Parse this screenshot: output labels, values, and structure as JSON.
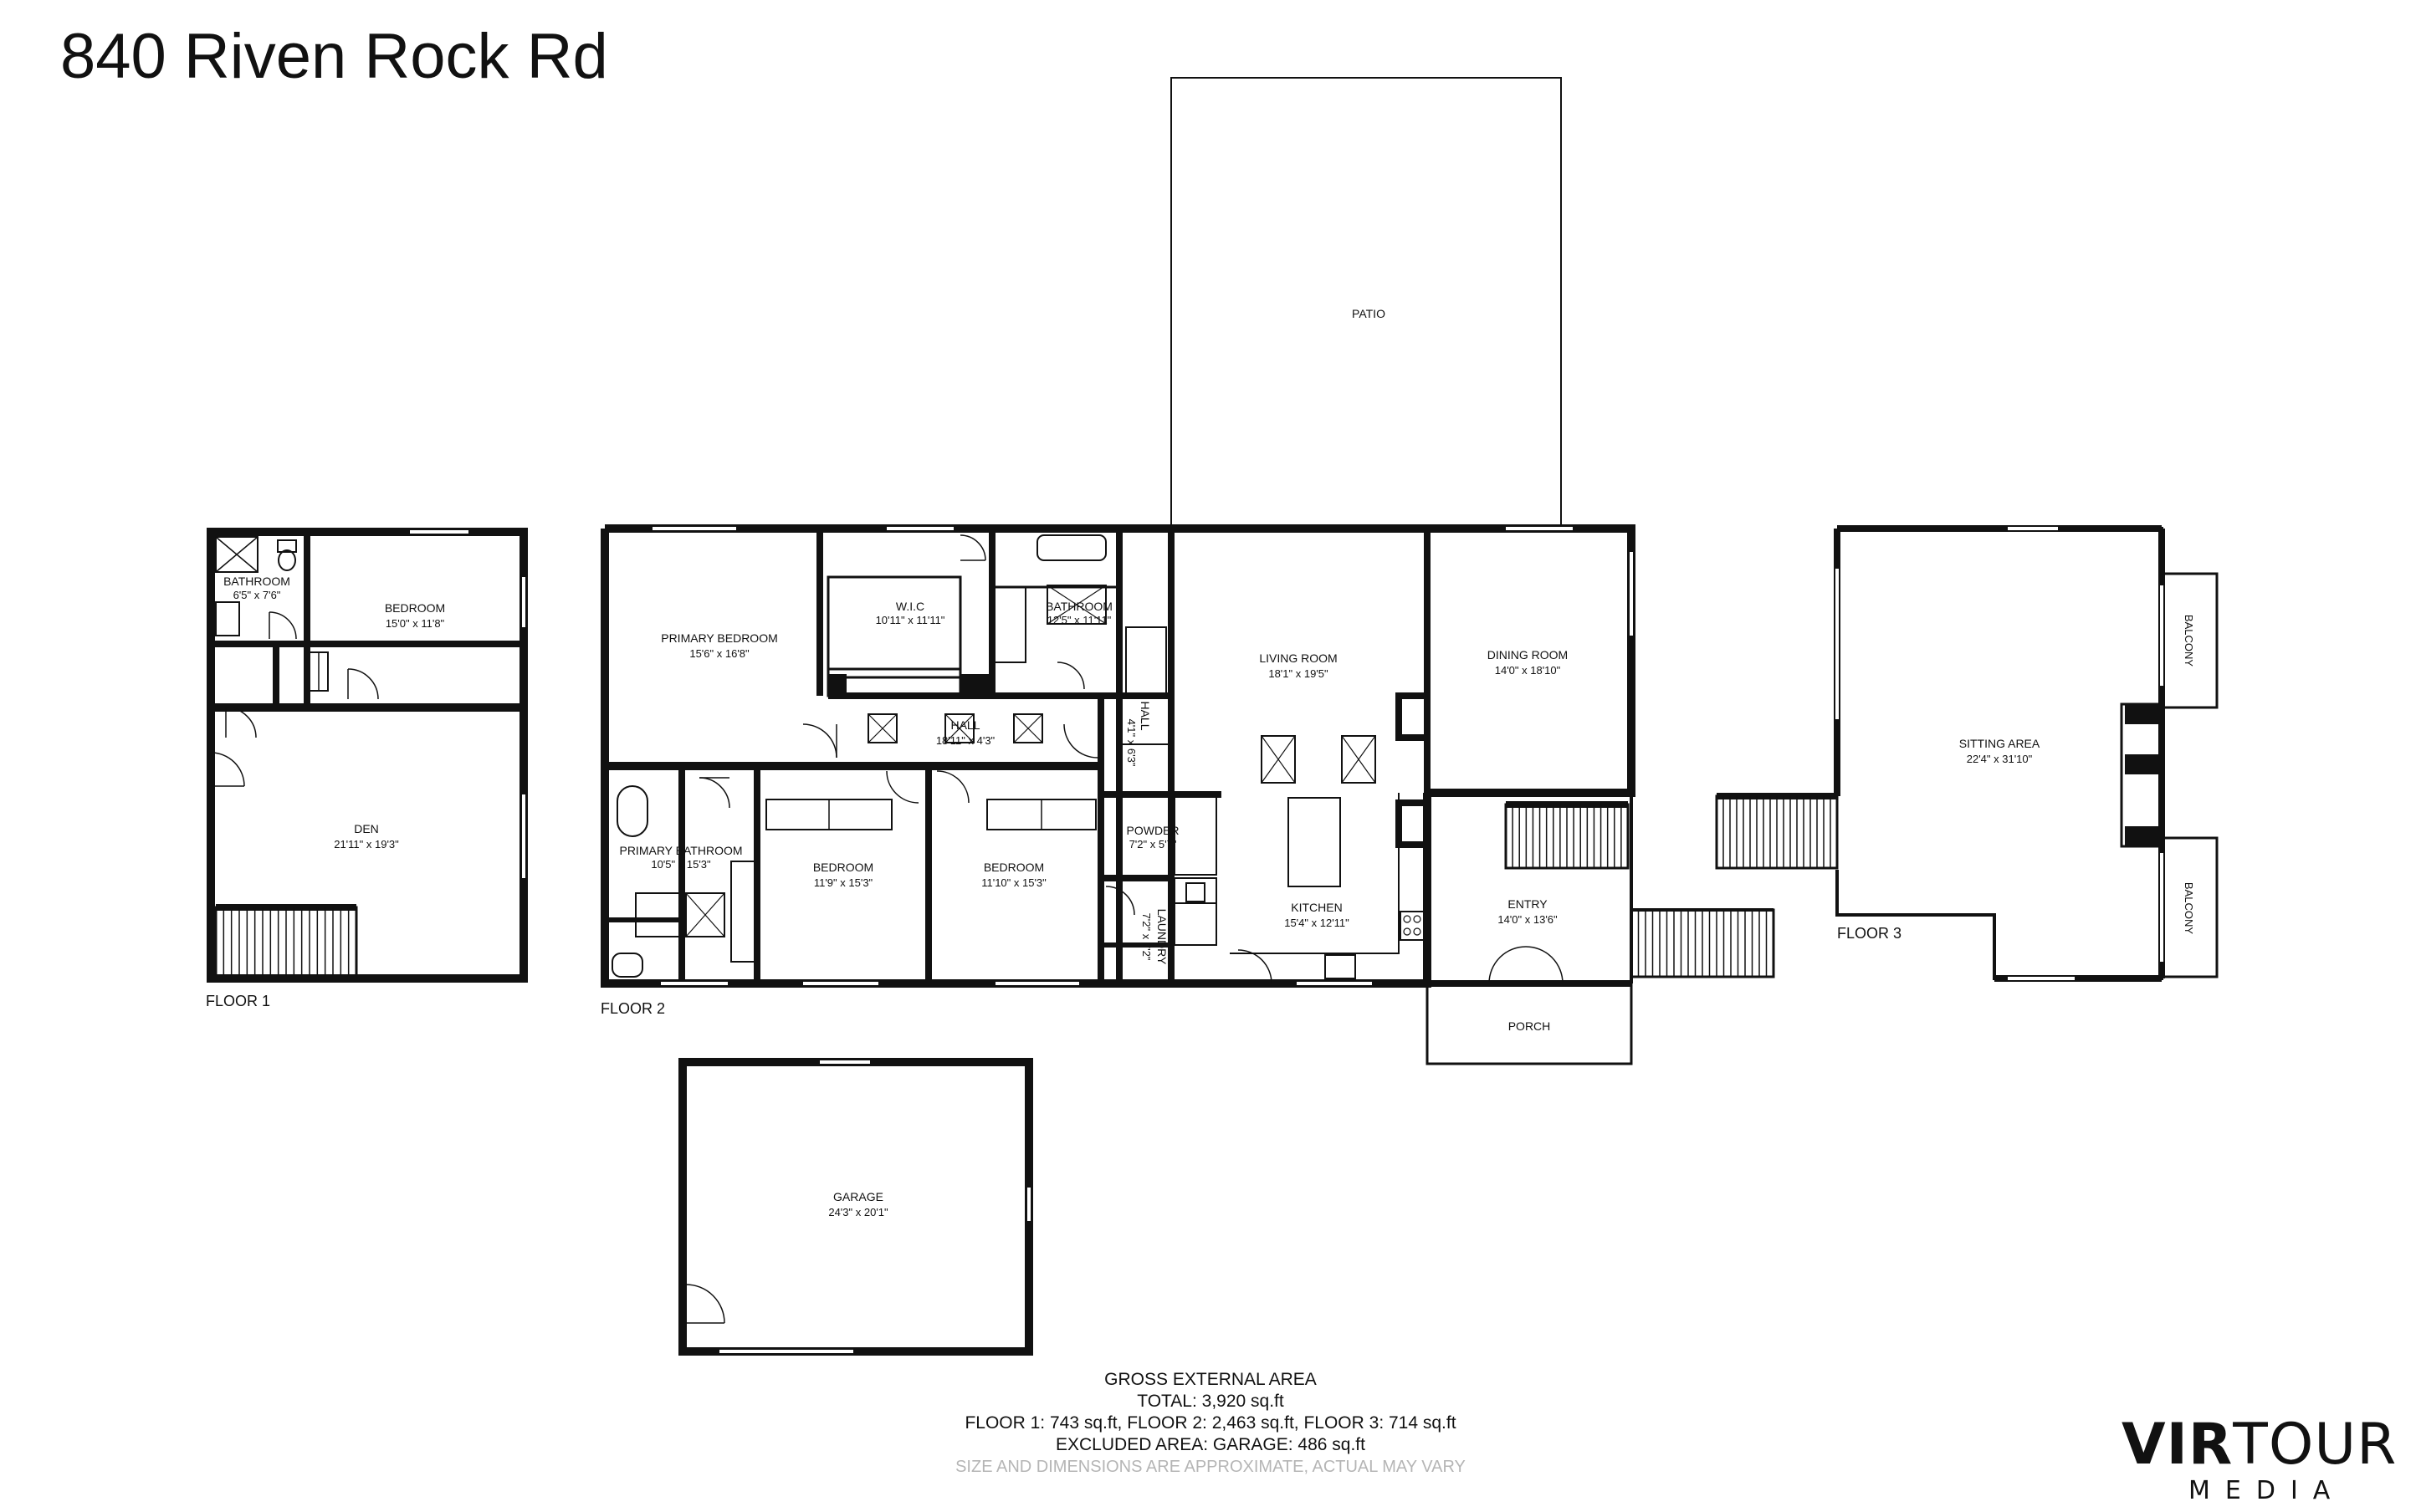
{
  "title": "840 Riven Rock Rd",
  "floors": {
    "floor1": "FLOOR 1",
    "floor2": "FLOOR 2",
    "floor3": "FLOOR 3"
  },
  "rooms": {
    "f1_bathroom": {
      "name": "BATHROOM",
      "dims": "6'5\" x 7'6\""
    },
    "f1_bedroom": {
      "name": "BEDROOM",
      "dims": "15'0\" x 11'8\""
    },
    "f1_den": {
      "name": "DEN",
      "dims": "21'11\" x 19'3\""
    },
    "primary_bedroom": {
      "name": "PRIMARY BEDROOM",
      "dims": "15'6\" x 16'8\""
    },
    "wic": {
      "name": "W.I.C",
      "dims": "10'11\" x 11'11\""
    },
    "f2_bathroom": {
      "name": "BATHROOM",
      "dims": "12'5\" x 11'11\""
    },
    "hall": {
      "name": "HALL",
      "dims": "18'11\" x 4'3\""
    },
    "hall2": {
      "name": "HALL",
      "dims": "4'1\" x 6'3\""
    },
    "primary_bathroom": {
      "name": "PRIMARY BATHROOM",
      "dims": "10'5\" x 15'3\""
    },
    "bedroom_a": {
      "name": "BEDROOM",
      "dims": "11'9\" x 15'3\""
    },
    "bedroom_b": {
      "name": "BEDROOM",
      "dims": "11'10\" x 15'3\""
    },
    "powder": {
      "name": "POWDER",
      "dims": "7'2\" x 5'7\""
    },
    "laundry": {
      "name": "LAUNDRY",
      "dims": "7'2\" x 7'2\""
    },
    "living_room": {
      "name": "LIVING ROOM",
      "dims": "18'1\" x 19'5\""
    },
    "kitchen": {
      "name": "KITCHEN",
      "dims": "15'4\" x 12'11\""
    },
    "dining_room": {
      "name": "DINING ROOM",
      "dims": "14'0\" x 18'10\""
    },
    "entry": {
      "name": "ENTRY",
      "dims": "14'0\" x 13'6\""
    },
    "patio": {
      "name": "PATIO"
    },
    "porch": {
      "name": "PORCH"
    },
    "sitting_area": {
      "name": "SITTING AREA",
      "dims": "22'4\" x 31'10\""
    },
    "balcony_top": {
      "name": "BALCONY"
    },
    "balcony_bottom": {
      "name": "BALCONY"
    },
    "garage": {
      "name": "GARAGE",
      "dims": "24'3\" x 20'1\""
    }
  },
  "summary": {
    "heading": "GROSS EXTERNAL AREA",
    "total": "TOTAL: 3,920 sq.ft",
    "floors": "FLOOR 1: 743 sq.ft, FLOOR 2: 2,463 sq.ft, FLOOR 3: 714 sq.ft",
    "excluded": "EXCLUDED AREA: GARAGE: 486 sq.ft",
    "disclaimer": "SIZE AND DIMENSIONS ARE APPROXIMATE, ACTUAL MAY VARY"
  },
  "logo": {
    "brand_bold": "VIR",
    "brand_light": "TOUR",
    "sub": "MEDIA"
  }
}
